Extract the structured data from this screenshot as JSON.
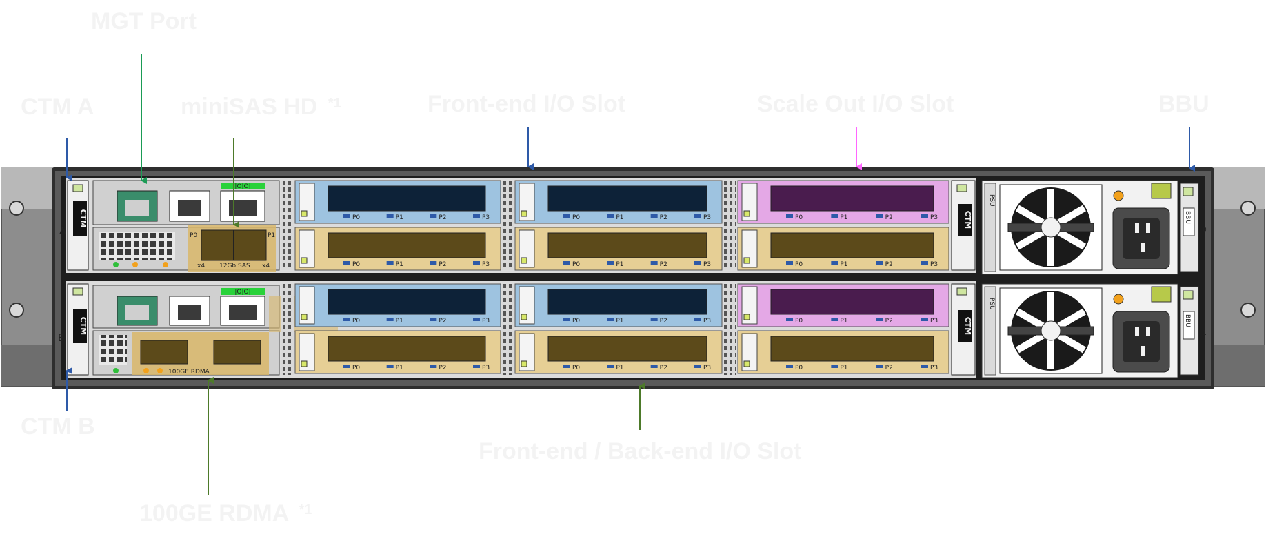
{
  "labels": {
    "mgt_port": "MGT Port",
    "ctm_a": "CTM A",
    "minisas": "miniSAS HD",
    "minisas_note": "*1",
    "frontend_io": "Front-end I/O Slot",
    "scaleout_io": "Scale Out I/O Slot",
    "bbu": "BBU",
    "ctm_b": "CTM B",
    "frontback_io": "Front-end / Back-end I/O Slot",
    "rdma": "100GE RDMA",
    "rdma_note": "*1"
  },
  "hardware": {
    "ctm_tag": "CTM",
    "ctm_letter_a": "A",
    "ctm_letter_b": "B",
    "sas_tag": "12Gb SAS",
    "rdma_tag": "100GE RDMA",
    "port_x4": "x4",
    "port_p0": "P0",
    "port_p1": "P1",
    "card_ports": [
      "P0",
      "P1",
      "P2",
      "P3"
    ],
    "psu_tag": "PSU",
    "bbu_tag": "BBU",
    "bbu_index_0": "0",
    "bbu_index_1": "1",
    "nic_tag": "|O|O|"
  },
  "colors": {
    "arrow_blue": "#2e5aa8",
    "arrow_green_mgt": "#1a9b55",
    "arrow_green_dark": "#4d7a2a",
    "arrow_pink": "#ff66ff",
    "slot_blue": "#9ec3e0",
    "slot_tan": "#e6cf95",
    "slot_pink": "#e4a8e6",
    "chassis": "#3b3b3b",
    "label": "#f3f3f3"
  }
}
